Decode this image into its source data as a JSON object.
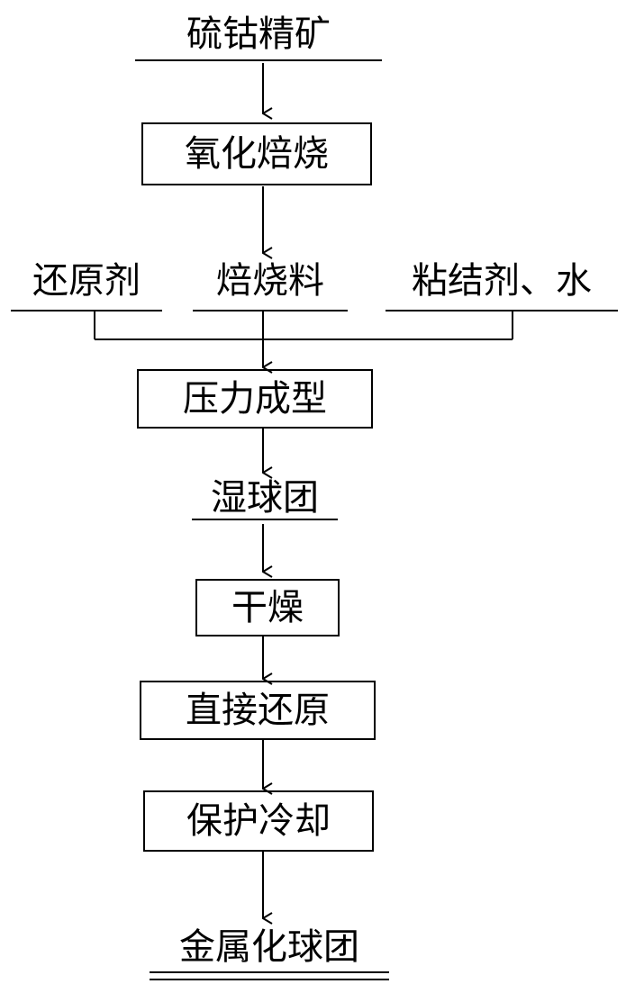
{
  "diagram": {
    "nodes": {
      "raw_material": "硫钴精矿",
      "oxidizing_roast": "氧化焙烧",
      "reducing_agent": "还原剂",
      "calcine": "焙烧料",
      "binder_water": "粘结剂、水",
      "pressure_forming": "压力成型",
      "wet_pellets": "湿球团",
      "drying": "干燥",
      "direct_reduction": "直接还原",
      "protective_cooling": "保护冷却",
      "metallized_pellets": "金属化球团"
    }
  }
}
